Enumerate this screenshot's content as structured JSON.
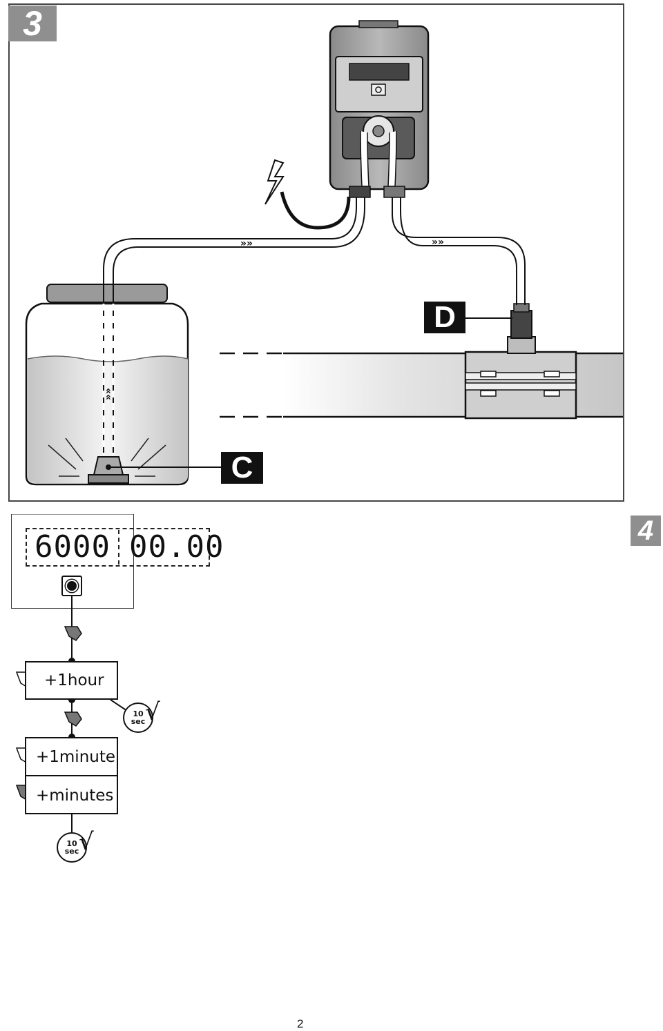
{
  "figure3": {
    "number": "3",
    "label_d": "D",
    "label_c": "C"
  },
  "figure4": {
    "number": "4",
    "display_left": "6000",
    "display_right": "00.00",
    "steps": {
      "hour": "+1hour",
      "minute": "+1minute",
      "minutes": "+minutes"
    },
    "timer": {
      "value": "10",
      "unit": "sec"
    }
  },
  "footer": {
    "page_number": "2"
  },
  "colors": {
    "badge_gray": "#8f8f8f",
    "pipe_gray": "#c9c9c9",
    "ink": "#111111"
  }
}
